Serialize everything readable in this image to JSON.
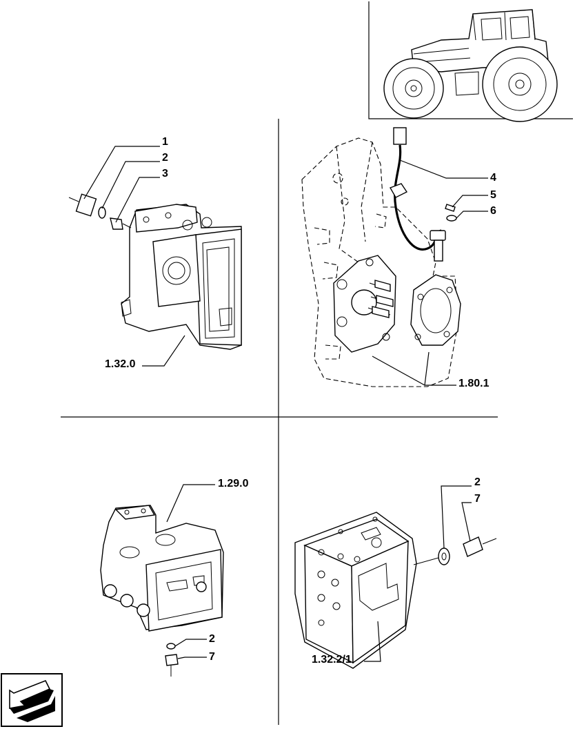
{
  "callouts": {
    "top_left": {
      "part_1": "1",
      "part_2": "2",
      "part_3": "3",
      "ref": "1.32.0"
    },
    "top_right": {
      "part_4": "4",
      "part_5": "5",
      "part_6": "6",
      "ref": "1.80.1"
    },
    "bottom_left": {
      "ref": "1.29.0",
      "part_2": "2",
      "part_7": "7"
    },
    "bottom_right": {
      "part_2": "2",
      "part_7": "7",
      "ref": "1.32.2/1"
    }
  },
  "icons": {
    "thumbnail": "tractor-icon",
    "navigation": "back-arrow-icon"
  }
}
